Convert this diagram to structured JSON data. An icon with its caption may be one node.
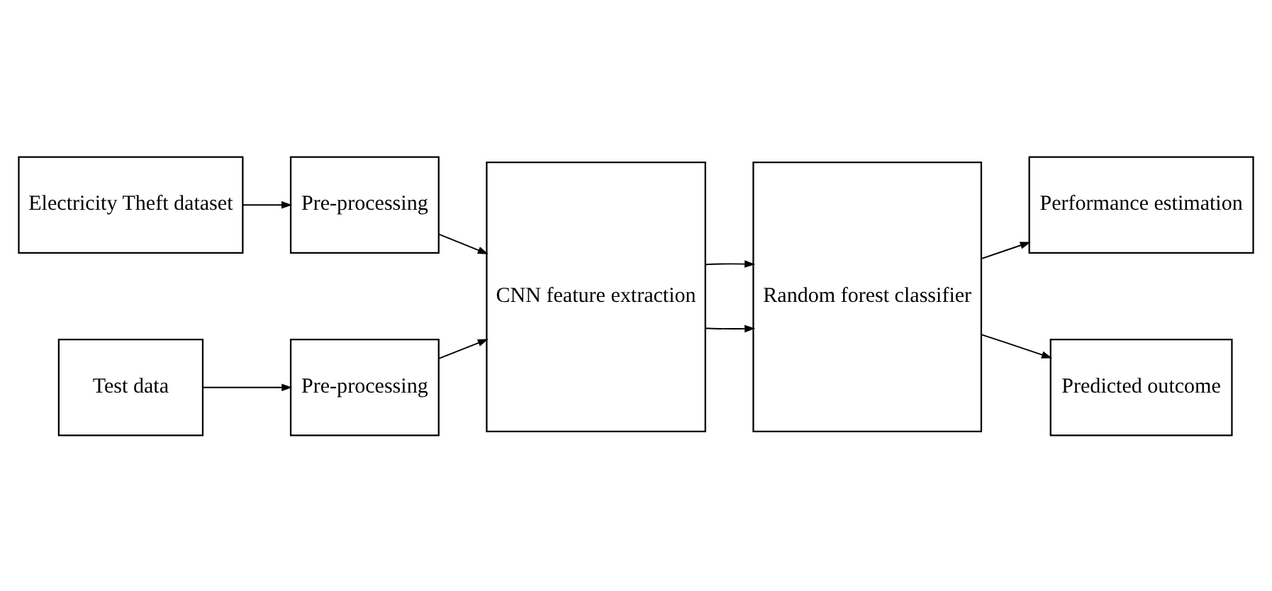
{
  "diagram": {
    "nodes": [
      {
        "text": [
          "Electricity Theft dataset"
        ]
      },
      {
        "text": [
          "Pre-processing"
        ]
      },
      {
        "text": [
          "Test data"
        ]
      },
      {
        "text": [
          "Pre-processing"
        ]
      },
      {
        "text": [
          "CNN feature extraction"
        ]
      },
      {
        "text": [
          "Random forest classifier"
        ]
      },
      {
        "text": [
          "Performance estimation"
        ]
      },
      {
        "text": [
          "Predicted outcome"
        ]
      }
    ],
    "edges": [
      {
        "from": 0,
        "to": 1,
        "arrow": "to"
      },
      {
        "from": 1,
        "to": 4,
        "arrow": "to"
      },
      {
        "from": 2,
        "to": 3,
        "arrow": "to"
      },
      {
        "from": 3,
        "to": 4,
        "arrow": "to"
      },
      {
        "from": 4,
        "to": 5,
        "arrow": "to"
      },
      {
        "from": 4,
        "to": 5,
        "arrow": "to"
      },
      {
        "from": 5,
        "to": 6,
        "arrow": "to"
      },
      {
        "from": 5,
        "to": 7,
        "arrow": "to"
      }
    ]
  }
}
